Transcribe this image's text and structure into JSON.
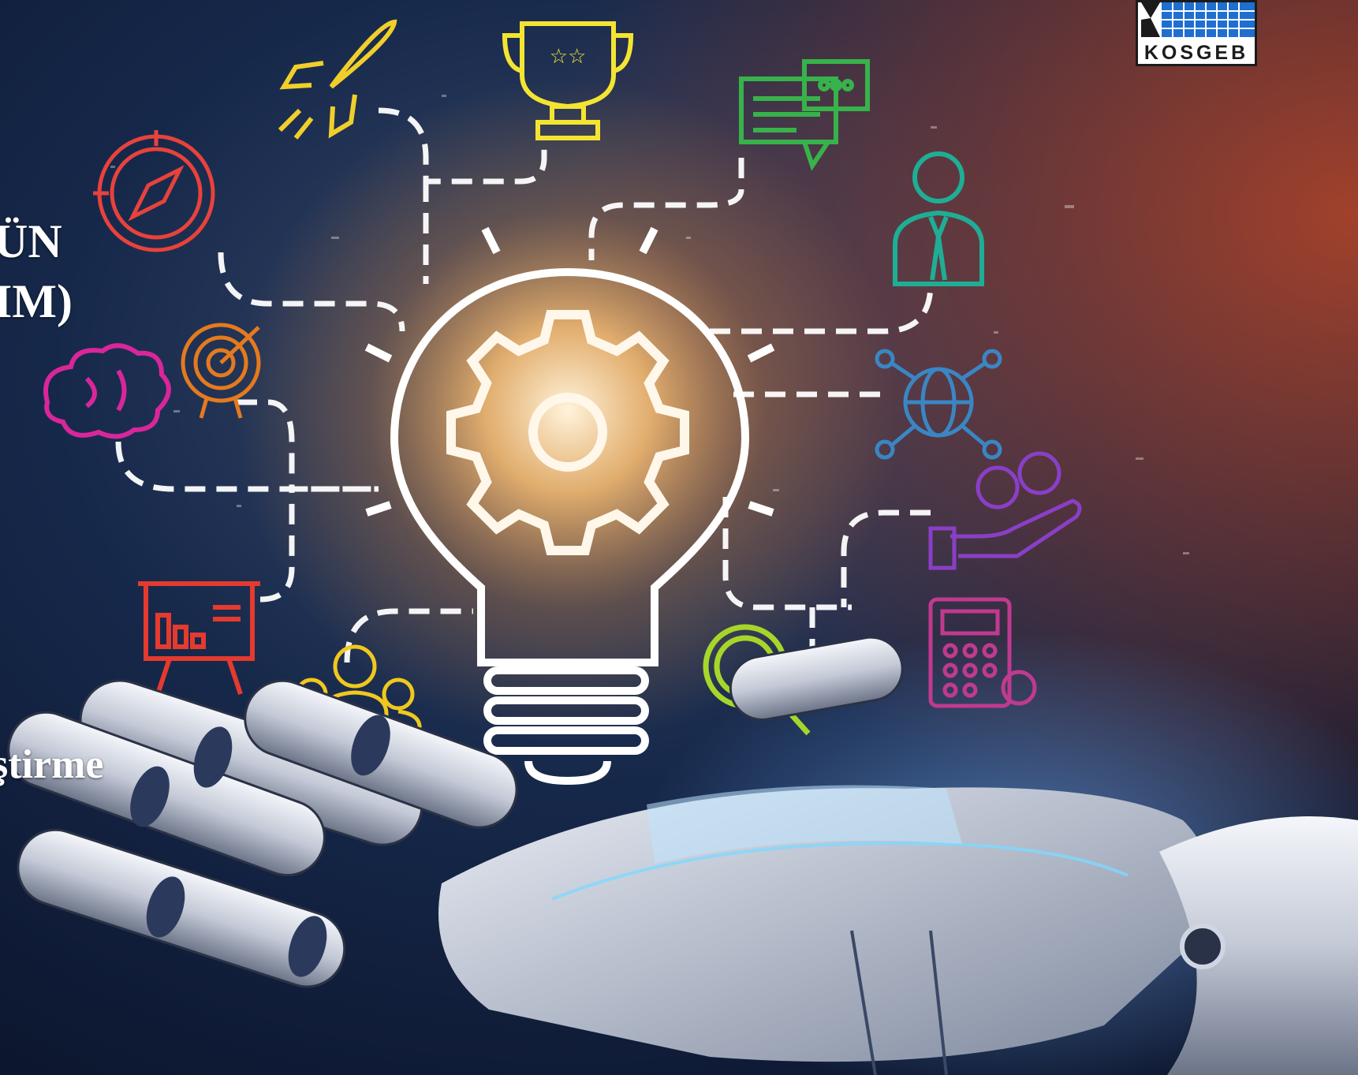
{
  "slide": {
    "title_line1": "ÜN",
    "title_line2": "IM)",
    "body_line": "ştirme"
  },
  "logo": {
    "text": "KOSGEB"
  },
  "icons": [
    "compass-icon",
    "rocket-icon",
    "trophy-icon",
    "chat-bubbles-icon",
    "businessman-icon",
    "target-icon",
    "brain-icon",
    "globe-network-icon",
    "coins-hand-icon",
    "presentation-chart-icon",
    "team-icon",
    "magnifier-icon",
    "calculator-icon",
    "lightbulb-gear-icon",
    "robot-hand"
  ],
  "colors": {
    "background_dark": "#0a1a33",
    "glow": "#ffb060",
    "logo_blue": "#1e6fd0"
  }
}
